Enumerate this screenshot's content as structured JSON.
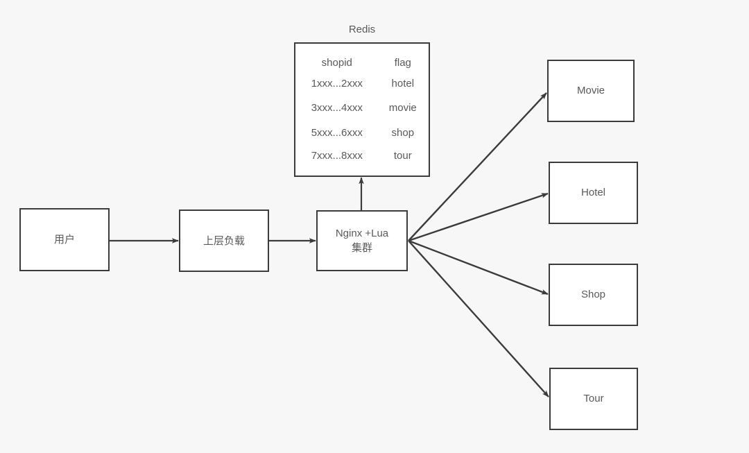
{
  "diagram": {
    "background_color": "#f7f7f7",
    "stroke_color": "#3b3b3b",
    "text_color": "#595959",
    "box_fill": "#ffffff",
    "caption": "Redis",
    "nodes": {
      "user": {
        "label": "用户"
      },
      "upstream_lb": {
        "label": "上层负载"
      },
      "nginx": {
        "line1": "Nginx +Lua",
        "line2": "集群"
      },
      "movie": {
        "label": "Movie"
      },
      "hotel": {
        "label": "Hotel"
      },
      "shop": {
        "label": "Shop"
      },
      "tour": {
        "label": "Tour"
      }
    },
    "redis_table": {
      "headers": [
        "shopid",
        "flag"
      ],
      "rows": [
        {
          "shopid": "1xxx...2xxx",
          "flag": "hotel"
        },
        {
          "shopid": "3xxx...4xxx",
          "flag": "movie"
        },
        {
          "shopid": "5xxx...6xxx",
          "flag": "shop"
        },
        {
          "shopid": "7xxx...8xxx",
          "flag": "tour"
        }
      ]
    },
    "edges": [
      {
        "from": "user",
        "to": "upstream_lb",
        "style": "arrow"
      },
      {
        "from": "upstream_lb",
        "to": "nginx",
        "style": "arrow"
      },
      {
        "from": "nginx",
        "to": "redis_table",
        "style": "arrow"
      },
      {
        "from": "nginx",
        "to": "movie",
        "style": "arrow"
      },
      {
        "from": "nginx",
        "to": "hotel",
        "style": "arrow"
      },
      {
        "from": "nginx",
        "to": "shop",
        "style": "arrow"
      },
      {
        "from": "nginx",
        "to": "tour",
        "style": "arrow"
      }
    ]
  }
}
